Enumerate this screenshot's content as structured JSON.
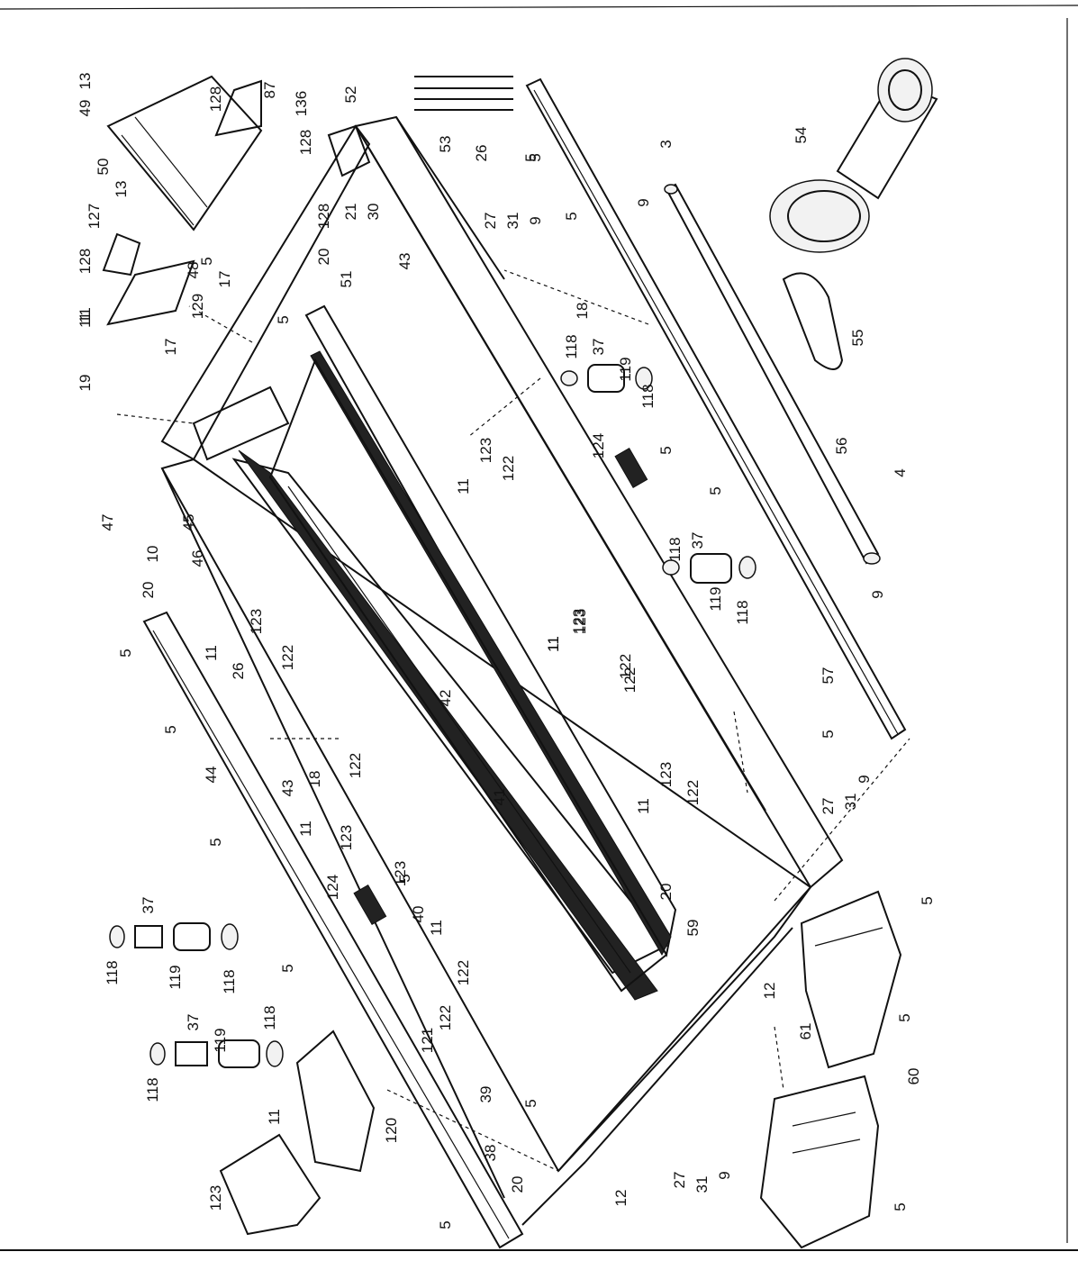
{
  "diagram": {
    "labels": [
      "13",
      "49",
      "50",
      "127",
      "128",
      "11",
      "87",
      "136",
      "128",
      "128",
      "5",
      "13",
      "48",
      "129",
      "11",
      "17",
      "17",
      "19",
      "128",
      "52",
      "53",
      "26",
      "27",
      "31",
      "9",
      "21",
      "30",
      "20",
      "51",
      "5",
      "43",
      "18",
      "5",
      "3",
      "9",
      "54",
      "55",
      "56",
      "4",
      "9",
      "57",
      "5",
      "5",
      "118",
      "37",
      "119",
      "118",
      "124",
      "5",
      "123",
      "11",
      "122",
      "123",
      "11",
      "122",
      "118",
      "37",
      "119",
      "118",
      "5",
      "47",
      "45",
      "46",
      "10",
      "20",
      "5",
      "123",
      "11",
      "122",
      "26",
      "5",
      "44",
      "43",
      "18",
      "11",
      "123",
      "122",
      "5",
      "124",
      "5",
      "40",
      "42",
      "41",
      "123",
      "11",
      "122",
      "123",
      "11",
      "122",
      "20",
      "59",
      "27",
      "31",
      "9",
      "5",
      "12",
      "61",
      "5",
      "5",
      "60",
      "5",
      "27",
      "31",
      "9",
      "12",
      "20",
      "11",
      "123",
      "122",
      "121",
      "120",
      "39",
      "38",
      "5",
      "123",
      "11",
      "122",
      "5",
      "118",
      "37",
      "119",
      "118",
      "118",
      "37",
      "119",
      "118",
      "5"
    ]
  }
}
